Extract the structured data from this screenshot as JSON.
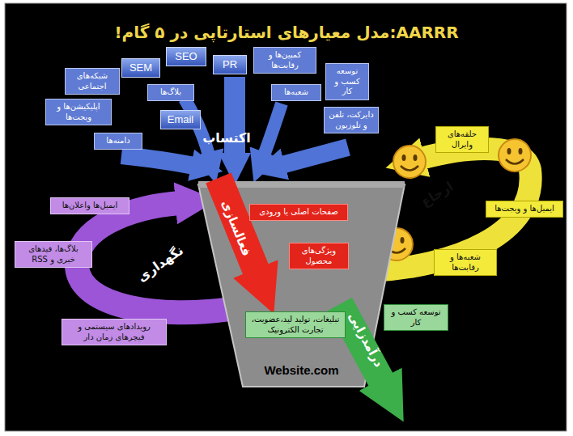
{
  "diagram": {
    "title": "AARRR:مدل معیارهای استارتاپی در ۵ گام!",
    "nodes": [
      {
        "text": [
          "شبکه‌های اجتماعی"
        ]
      },
      {
        "text": [
          "SEM"
        ]
      },
      {
        "text": [
          "SEO"
        ]
      },
      {
        "text": [
          "PR"
        ]
      },
      {
        "text": [
          "کمپین‌ها و رقابت‌ها"
        ]
      },
      {
        "text": [
          "توسعه کسب و کار"
        ]
      },
      {
        "text": [
          "بلاگ‌ها"
        ]
      },
      {
        "text": [
          "شعبه‌ها"
        ]
      },
      {
        "text": [
          "اپلیکیشن‌ها و ویجت‌ها"
        ]
      },
      {
        "text": [
          "Email"
        ]
      },
      {
        "text": [
          "دایرکت، تلفن و تلوزیون"
        ]
      },
      {
        "text": [
          "دامنه‌ها"
        ]
      },
      {
        "text": [
          "حلقه‌های وایرال"
        ]
      },
      {
        "text": [
          "Website.com"
        ]
      },
      {
        "text": [
          "صفحات اصلی یا ورودی"
        ],
        "in": 13
      },
      {
        "text": [
          "ویژگی‌های محصول"
        ],
        "in": 13
      },
      {
        "text": [
          "تبلیغات، تولید لید،عضویت، تجارت الکترونیک"
        ],
        "in": 13
      },
      {
        "text": [
          "ایمیل‌ها واعلان‌ها"
        ]
      },
      {
        "text": [
          "ایمیل‌ها و ویجت‌ها"
        ]
      },
      {
        "text": [
          "بلاگ‌ها، فیدهای خبری و RSS"
        ]
      },
      {
        "text": [
          "شعبه‌ها و رقابت‌ها"
        ]
      },
      {
        "text": [
          "توسعه کسب و کار"
        ]
      },
      {
        "text": [
          "رویدادهای سیستمی و فیچرهای زمان دار"
        ]
      }
    ],
    "labels": [
      "اکتساب",
      "فعالسازی",
      "درآمدزایی",
      "نگهداری",
      "ارجاع"
    ]
  }
}
